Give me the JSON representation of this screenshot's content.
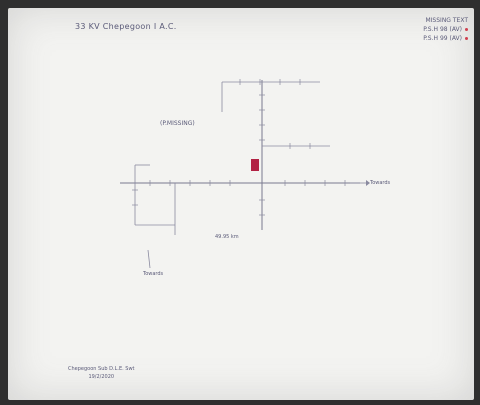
{
  "document": {
    "title": "33 KV Chepegoon I A.C.",
    "reference": [
      "MISSING TEXT",
      "P.S.H 98 (AV)",
      "P.S.H 99 (AV)"
    ],
    "area_label": "(P.MISSING)",
    "distance_label": "49.95 km",
    "arrow_right_label": "Towards",
    "arrow_down_label": "Towards",
    "signature": [
      "Chepegoon Sub D.L.E. Swt",
      "19/2/2020"
    ],
    "colors": {
      "paper": "#f3f3f1",
      "ink": "#5a5a78",
      "marker": "#b22244"
    }
  }
}
